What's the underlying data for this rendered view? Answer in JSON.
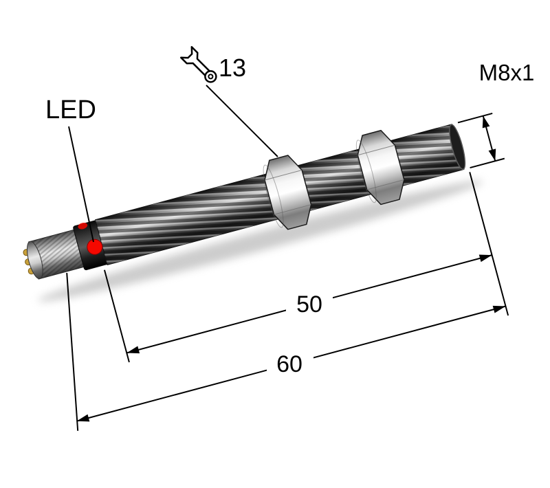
{
  "figure": {
    "background": "#ffffff",
    "labels": {
      "led": "LED",
      "wrench_size": "13",
      "thread_spec": "M8x1",
      "thread_length": "50",
      "overall_length": "60"
    },
    "colors": {
      "led": "#f50800",
      "line": "#000000",
      "nut_metal": "#e8e8e8",
      "barrel_metal": "#2c2c2c",
      "pin_gold": "#c9a13b"
    },
    "icons": {
      "wrench": "wrench-icon"
    }
  }
}
